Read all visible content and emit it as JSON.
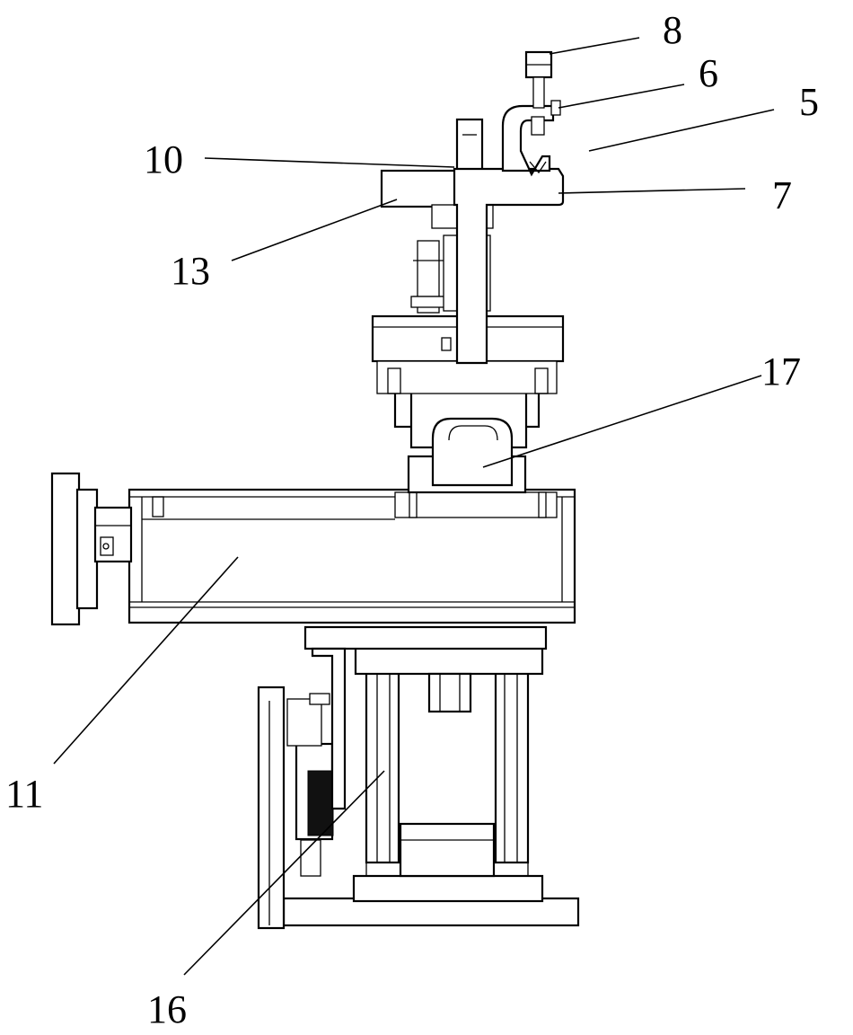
{
  "labels": {
    "l8": "8",
    "l6": "6",
    "l5": "5",
    "l10": "10",
    "l7": "7",
    "l13": "13",
    "l17": "17",
    "l11": "11",
    "l16": "16"
  }
}
